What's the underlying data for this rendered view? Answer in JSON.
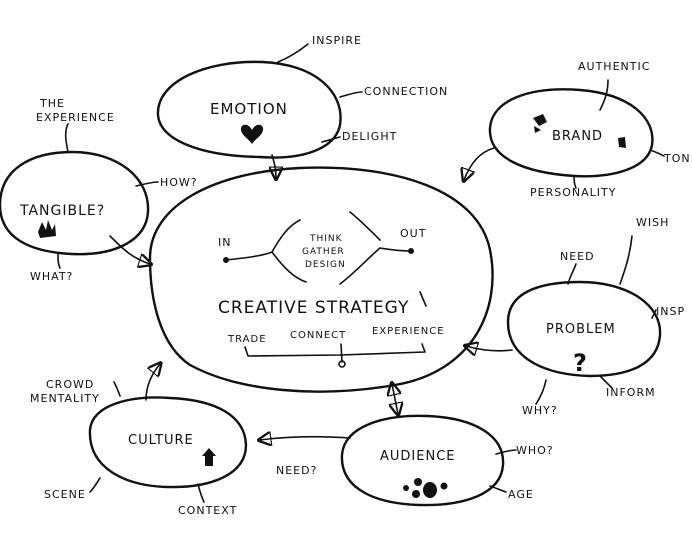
{
  "center": {
    "title": "CREATIVE STRATEGY",
    "in_label": "IN",
    "out_label": "OUT",
    "process": [
      "THINK",
      "GATHER",
      "DESIGN"
    ],
    "pillars": [
      "TRADE",
      "CONNECT",
      "EXPERIENCE"
    ]
  },
  "nodes": {
    "emotion": {
      "label": "EMOTION",
      "icon": "heart-icon",
      "notes": {
        "inspire": "INSPIRE",
        "connection": "CONNECTION",
        "delight": "DELIGHT"
      }
    },
    "brand": {
      "label": "BRAND",
      "icon": "brand-mark-icon",
      "notes": {
        "authentic": "AUTHENTIC",
        "tone": "TON",
        "personality": "PERSONALITY"
      }
    },
    "tangible": {
      "label": "TANGIBLE?",
      "icon": "hand-gesture-icon",
      "notes": {
        "experience1": "THE",
        "experience2": "EXPERIENCE",
        "how": "HOW?",
        "what": "WHAT?"
      }
    },
    "problem": {
      "label": "PROBLEM",
      "icon": "question-icon",
      "notes": {
        "wish": "WISH",
        "need": "NEED",
        "insp": "INSP",
        "why": "WHY?",
        "inform": "INFORM"
      }
    },
    "culture": {
      "label": "CULTURE",
      "icon": "house-icon",
      "notes": {
        "crowd1": "CROWD",
        "crowd2": "MENTALITY",
        "scene": "SCENE",
        "context": "CONTEXT"
      }
    },
    "audience": {
      "label": "AUDIENCE",
      "icon": "people-icon",
      "notes": {
        "who": "WHO?",
        "need": "NEED?",
        "age": "AGE"
      }
    }
  },
  "colors": {
    "ink": "#111111",
    "paper": "#ffffff"
  }
}
